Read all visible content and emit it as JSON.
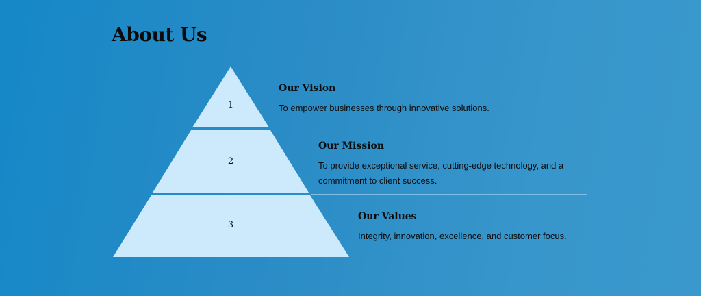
{
  "page_title": "About Us",
  "tiers": [
    {
      "number": "1",
      "heading": "Our Vision",
      "text": "To empower businesses through innovative solutions."
    },
    {
      "number": "2",
      "heading": "Our Mission",
      "text": "To provide exceptional service, cutting-edge technology, and a commitment to client success."
    },
    {
      "number": "3",
      "heading": "Our Values",
      "text": "Integrity, innovation, excellence, and customer focus."
    }
  ],
  "colors": {
    "tier_fill": "#cdeafc",
    "separator": "#7dbfe3"
  }
}
